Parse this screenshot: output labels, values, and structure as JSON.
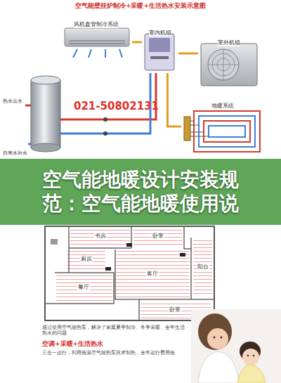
{
  "diagram": {
    "title": "空气能壁挂炉制冷+采暖+生活热水安装示意图",
    "nodes": [
      {
        "text": [
          "风机盘管制冷系统"
        ]
      },
      {
        "text": [
          "室内机组"
        ]
      },
      {
        "text": [
          "室外机组"
        ]
      },
      {
        "text": [
          "地暖系统"
        ]
      },
      {
        "text": [
          "空气能地暖设计安装规范：空气能地暖使用说"
        ]
      }
    ],
    "edges": [
      {
        "from": 0,
        "to": 1,
        "arrow": "none"
      },
      {
        "from": 1,
        "to": 2,
        "arrow": "none"
      },
      {
        "from": 1,
        "to": 3,
        "arrow": "none"
      }
    ],
    "labels": [
      "021-50802131",
      "热水出水",
      "自来水补水",
      "书房",
      "卧室",
      "厨房",
      "餐厅",
      "客厅",
      "阳台",
      "卧室",
      "通过使用空气能热泵，解决了家庭夏季制冷、冬季采暖、全年生活热水的问题",
      "空调+采暖+生活热水",
      "三合一运行，利用低温空气能热泵技术制热，全年运行费用低"
    ]
  }
}
